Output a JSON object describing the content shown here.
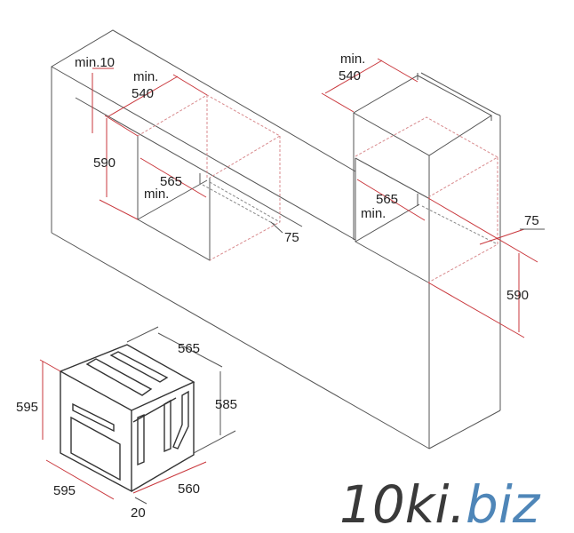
{
  "left_niche": {
    "gap_label": "min.10",
    "depth_min": "min.",
    "depth_value": "540",
    "height": "590",
    "width_value": "565",
    "width_min": "min.",
    "vent": "75"
  },
  "tall_cabinet": {
    "depth_min": "min.",
    "depth_value": "540",
    "width_value": "565",
    "width_min": "min.",
    "vent": "75",
    "height": "590"
  },
  "oven": {
    "depth": "565",
    "height_front": "595",
    "height_side": "585",
    "width": "595",
    "side_depth": "560",
    "door": "20"
  },
  "watermark": {
    "text_main": "10ki.",
    "text_tld": "biz",
    "color_main": "#3a3a3a",
    "color_tld": "#4f86b8"
  }
}
